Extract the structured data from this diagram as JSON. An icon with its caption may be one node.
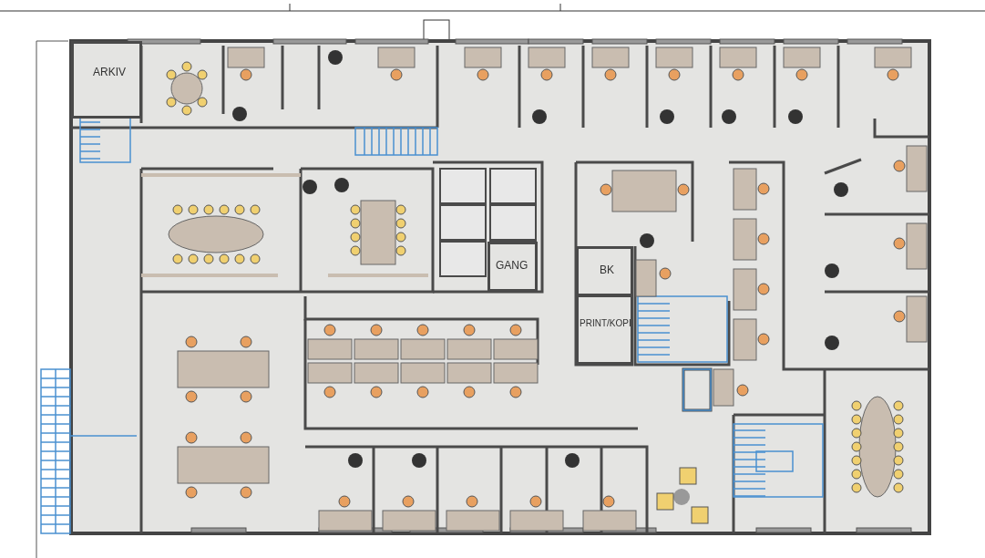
{
  "diagram": {
    "nodes": [
      {
        "text": [
          "ARKIV"
        ]
      },
      {
        "text": [
          "GANG"
        ]
      },
      {
        "text": [
          "BK"
        ]
      },
      {
        "text": [
          "PRINT/KOPI"
        ]
      }
    ]
  }
}
